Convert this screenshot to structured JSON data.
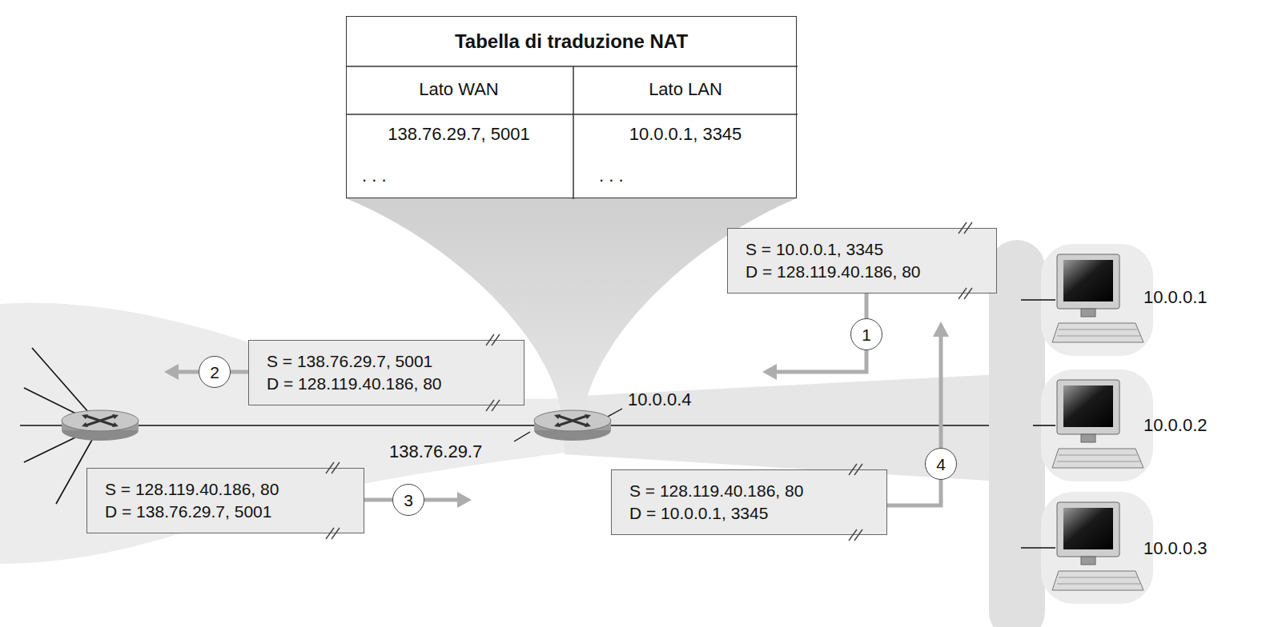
{
  "diagram": {
    "nodes": [
      {
        "text": [
          "Tabella di traduzione NAT"
        ]
      },
      {
        "text": [
          "S = 10.0.0.1, 3345",
          "D = 128.119.40.186, 80"
        ]
      },
      {
        "text": [
          "1"
        ]
      },
      {
        "text": [
          "S = 138.76.29.7, 5001",
          "D = 128.119.40.186, 80"
        ]
      },
      {
        "text": [
          "2"
        ]
      },
      {
        "text": [
          "S = 128.119.40.186, 80",
          "D = 138.76.29.7, 5001"
        ]
      },
      {
        "text": [
          "3"
        ]
      },
      {
        "text": [
          "S = 128.119.40.186, 80",
          "D = 10.0.0.1, 3345"
        ]
      },
      {
        "text": [
          "4"
        ]
      }
    ],
    "edges": [
      {
        "from": 1,
        "to": 2,
        "arrow": "none"
      },
      {
        "from": 3,
        "to": 4,
        "arrow": "none"
      },
      {
        "from": 5,
        "to": 6,
        "arrow": "none"
      },
      {
        "from": 7,
        "to": 8,
        "arrow": "none"
      }
    ],
    "labels": [
      "Lato WAN",
      "Lato LAN",
      "138.76.29.7, 5001",
      "10.0.0.1, 3345",
      ". . .",
      ". . .",
      "10.0.0.1",
      "10.0.0.4",
      "138.76.29.7",
      "10.0.0.2",
      "10.0.0.3"
    ]
  }
}
